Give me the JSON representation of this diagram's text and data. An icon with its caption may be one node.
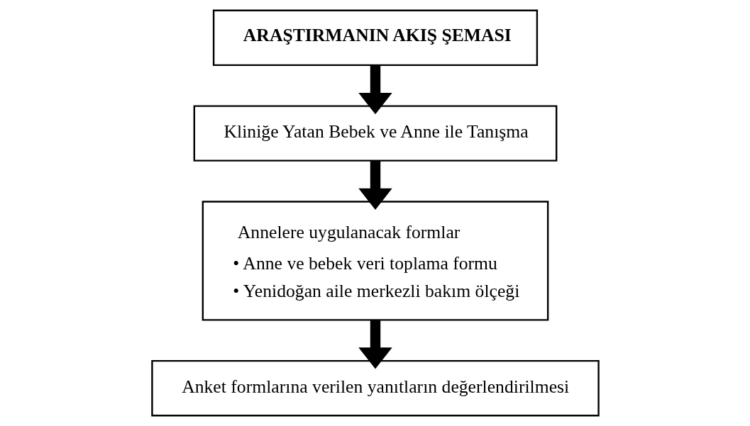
{
  "diagram": {
    "nodes": [
      {
        "text": [
          "ARAŞTIRMANIN AKIŞ ŞEMASI"
        ]
      },
      {
        "text": [
          "Kliniğe Yatan Bebek ve Anne ile Tanışma"
        ]
      },
      {
        "text": [
          "Annelere uygulanacak formlar",
          "• Anne ve bebek veri toplama formu",
          "• Yenidoğan aile merkezli bakım ölçeği"
        ]
      },
      {
        "text": [
          "Anket formlarına verilen yanıtların değerlendirilmesi"
        ]
      }
    ],
    "edges": [
      {
        "from": 0,
        "to": 1,
        "arrow": "to"
      },
      {
        "from": 1,
        "to": 2,
        "arrow": "to"
      },
      {
        "from": 2,
        "to": 3,
        "arrow": "to"
      }
    ]
  }
}
